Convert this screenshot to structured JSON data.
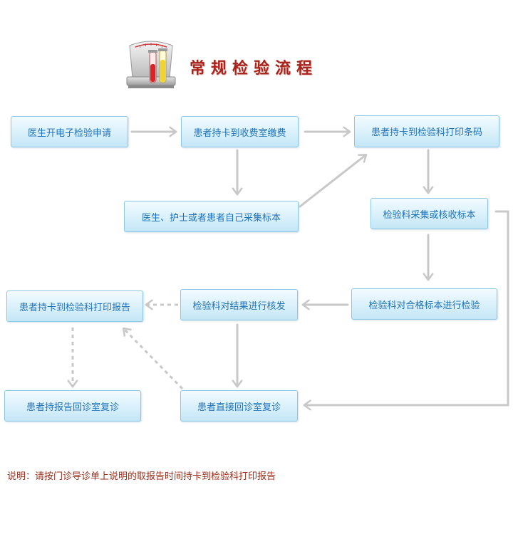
{
  "header": {
    "title": "常规检验流程",
    "logo_icon": "test-tube-rack-icon"
  },
  "steps": {
    "doctor_request": "医生开电子检验申请",
    "pay_fee": "患者持卡到收费室缴费",
    "print_barcode": "患者持卡到检验科打印条码",
    "self_collect": "医生、护士或者患者自己采集标本",
    "lab_collect": "检验科采集或核收标本",
    "lab_test": "检验科对合格标本进行检验",
    "lab_review": "检验科对结果进行核发",
    "print_report": "患者持卡到检验科打印报告",
    "report_revisit": "患者持报告回诊室复诊",
    "direct_revisit": "患者直接回诊室复诊"
  },
  "note": "说明：请按门诊导诊单上说明的取报告时间持卡到检验科打印报告",
  "colors": {
    "title": "#a8231c",
    "box_text": "#1f72b8",
    "box_border": "#8cc7e3",
    "arrow": "#c8c8c8",
    "note": "#9a2a16"
  }
}
